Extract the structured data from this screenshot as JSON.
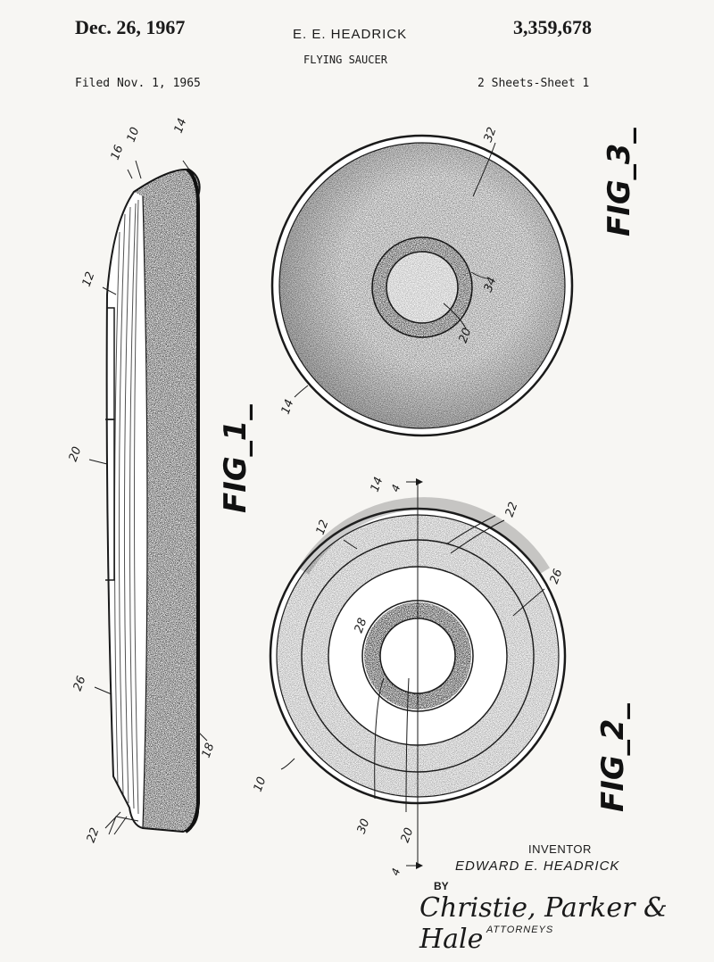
{
  "header": {
    "date": "Dec. 26, 1967",
    "inventor": "E. E. HEADRICK",
    "patent_number": "3,359,678",
    "title": "FLYING SAUCER",
    "filed": "Filed Nov. 1, 1965",
    "sheets": "2 Sheets-Sheet 1"
  },
  "figures": {
    "fig1_label": "FIG_1_",
    "fig2_label": "FIG_2_",
    "fig3_label": "FIG_3_"
  },
  "references": {
    "r10": "10",
    "r12": "12",
    "r14": "14",
    "r16": "16",
    "r18": "18",
    "r20": "20",
    "r22": "22",
    "r26": "26",
    "r28": "28",
    "r30": "30",
    "r32": "32",
    "r34": "34",
    "section": "4"
  },
  "footer": {
    "inventor_label": "INVENTOR",
    "inventor_name": "EDWARD E. HEADRICK",
    "by": "BY",
    "signature": "Christie, Parker & Hale",
    "attorneys": "ATTORNEYS"
  },
  "colors": {
    "ink": "#1a1a1a",
    "paper": "#f7f6f3"
  }
}
